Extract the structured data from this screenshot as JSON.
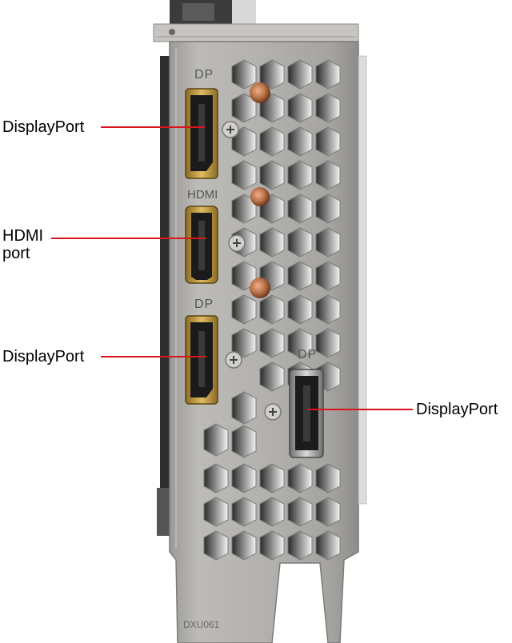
{
  "callouts": {
    "displayport_top": "DisplayPort",
    "hdmi_line1": "HDMI",
    "hdmi_line2": "port",
    "displayport_middle": "DisplayPort",
    "displayport_right": "DisplayPort"
  },
  "bracket_labels": {
    "dp_top": "DP",
    "hdmi": "HDMI",
    "dp_middle": "DP",
    "dp_right": "DP",
    "stamp": "DXU061"
  },
  "colors": {
    "callout_line": "#d9141c",
    "bracket_metal": "#b4b2ae",
    "port_frame_gold": "#c9a24a",
    "port_interior": "#1b1b1b",
    "copper_heatpipe": "#b76f46"
  },
  "icons": {
    "screw": "phillips-screw-icon"
  }
}
